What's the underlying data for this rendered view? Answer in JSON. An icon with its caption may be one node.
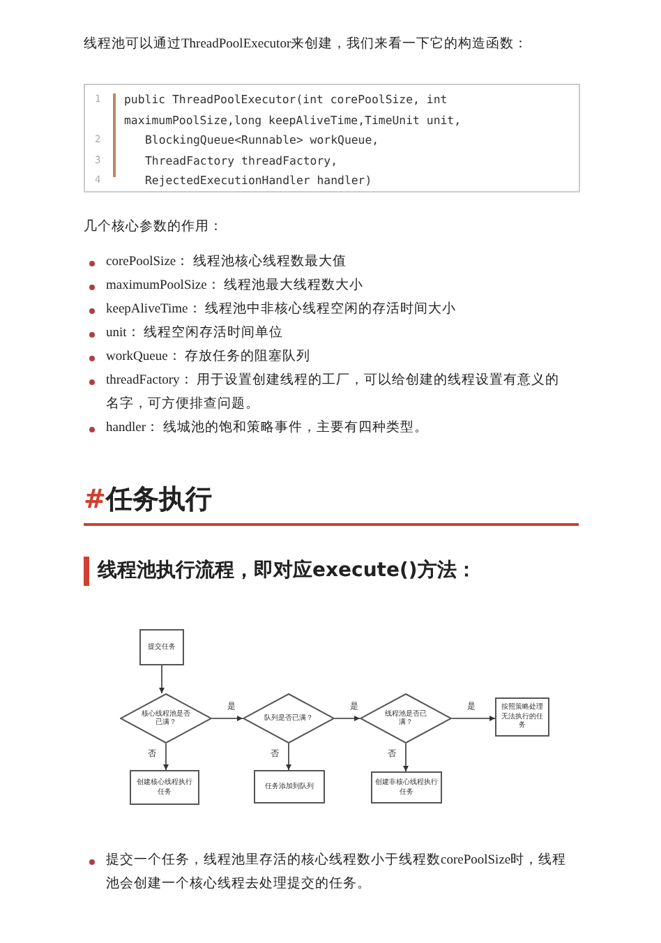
{
  "diagram": {
    "nodes": [
      {
        "text": [
          "提交任务"
        ]
      },
      {
        "text": [
          "核心线程池是否已满？"
        ]
      },
      {
        "text": [
          "队列是否已满？"
        ]
      },
      {
        "text": [
          "线程池是否已满？"
        ]
      },
      {
        "text": [
          "按照策略处理无法执行的任务"
        ]
      },
      {
        "text": [
          "创建核心线程执行任务"
        ]
      },
      {
        "text": [
          "任务添加到队列"
        ]
      },
      {
        "text": [
          "创建非核心线程执行任务"
        ]
      }
    ],
    "edges": [
      {
        "from": 0,
        "to": 1,
        "arrow": "to"
      },
      {
        "from": 1,
        "to": 2,
        "arrow": "to",
        "label": "是"
      },
      {
        "from": 1,
        "to": 5,
        "arrow": "to",
        "label": "否"
      },
      {
        "from": 2,
        "to": 3,
        "arrow": "to",
        "label": "是"
      },
      {
        "from": 2,
        "to": 6,
        "arrow": "to",
        "label": "否"
      },
      {
        "from": 3,
        "to": 4,
        "arrow": "to",
        "label": "是"
      },
      {
        "from": 3,
        "to": 7,
        "arrow": "to",
        "label": "否"
      }
    ],
    "labels": [
      "线程池可以通过ThreadPoolExecutor来创建，我们来看一下它的构造函数：",
      "1",
      "public ThreadPoolExecutor(int corePoolSize, int maximumPoolSize,long keepAliveTime,TimeUnit unit,",
      "2",
      "BlockingQueue<Runnable> workQueue,",
      "3",
      "ThreadFactory threadFactory,",
      "4",
      "RejectedExecutionHandler handler)",
      "几个核心参数的作用：",
      "corePoolSize： 线程池核心线程数最大值",
      "maximumPoolSize： 线程池最大线程数大小",
      "keepAliveTime： 线程池中非核心线程空闲的存活时间大小",
      "unit： 线程空闲存活时间单位",
      "workQueue： 存放任务的阻塞队列",
      "threadFactory： 用于设置创建线程的工厂，可以给创建的线程设置有意义的名字，可方便排查问题。",
      "handler： 线城池的饱和策略事件，主要有四种类型。",
      "#",
      "任务执行",
      "线程池执行流程，即对应execute()方法：",
      "提交一个任务，线程池里存活的核心线程数小于线程数corePoolSize时，线程池会创建一个核心线程去处理提交的任务。"
    ]
  }
}
